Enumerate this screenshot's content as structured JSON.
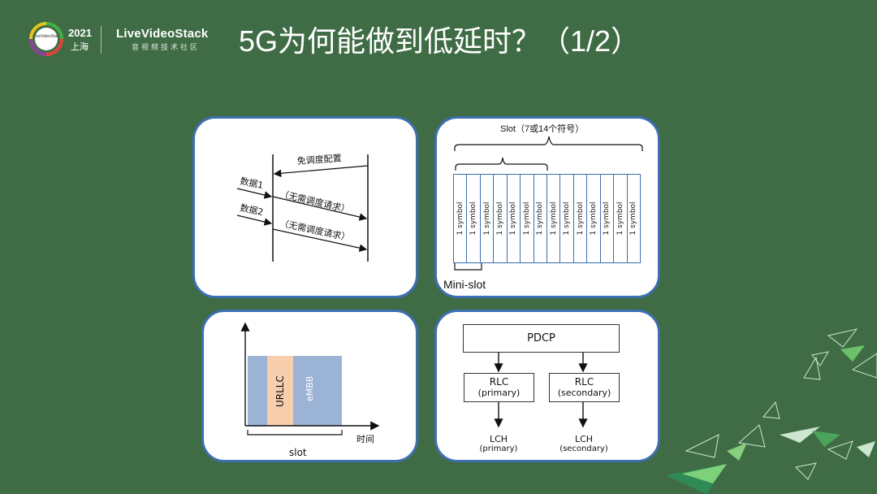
{
  "header": {
    "logo_year": "2021",
    "logo_city": "上海",
    "logo_badge_text": "LiveVideoStackCon",
    "brand_name": "LiveVideoStack",
    "brand_sub": "音视频技术社区",
    "title": "5G为何能做到低延时？（1/2）"
  },
  "panel_signaling": {
    "config_label": "免调度配置",
    "data1_label": "数据1",
    "data2_label": "数据2",
    "no_sched_label_1": "（无需调度请求）",
    "no_sched_label_2": "（无需调度请求）"
  },
  "panel_slot": {
    "slot_label": "Slot（7或14个符号）",
    "symbols": [
      "1 symbol",
      "1 symbol",
      "1 symbol",
      "1 symbol",
      "1 symbol",
      "1 symbol",
      "1 symbol",
      "1 symbol",
      "1 symbol",
      "1 symbol",
      "1 symbol",
      "1 symbol",
      "1 symbol",
      "1 symbol"
    ],
    "mini_slot_label": "Mini-slot"
  },
  "panel_urllc": {
    "urllc_label": "URLLC",
    "embb_label": "eMBB",
    "x_axis_label": "时间",
    "slot_label": "slot",
    "colors": {
      "embb": "#9bb4d6",
      "urllc": "#f7cfae"
    }
  },
  "panel_pdcp": {
    "pdcp_label": "PDCP",
    "rlc_primary": "RLC",
    "rlc_primary_sub": "(primary)",
    "rlc_secondary": "RLC",
    "rlc_secondary_sub": "(secondary)",
    "lch_primary": "LCH",
    "lch_primary_sub": "(primary)",
    "lch_secondary": "LCH",
    "lch_secondary_sub": "(secondary)"
  }
}
